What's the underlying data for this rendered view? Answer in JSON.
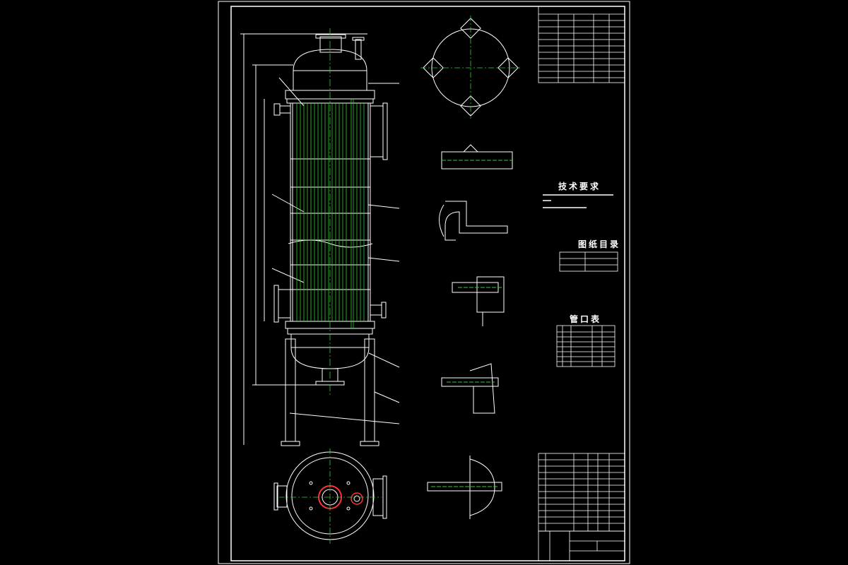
{
  "drawing": {
    "technical_requirements_title": "技术要求",
    "drawing_list_title": "图纸目录",
    "nozzle_table_title": "管口表"
  },
  "colors": {
    "background": "#000000",
    "lines": "#ffffff",
    "tube_bundle": "#33cc33",
    "centerline": "#33cc33",
    "highlight": "#ff3333"
  }
}
